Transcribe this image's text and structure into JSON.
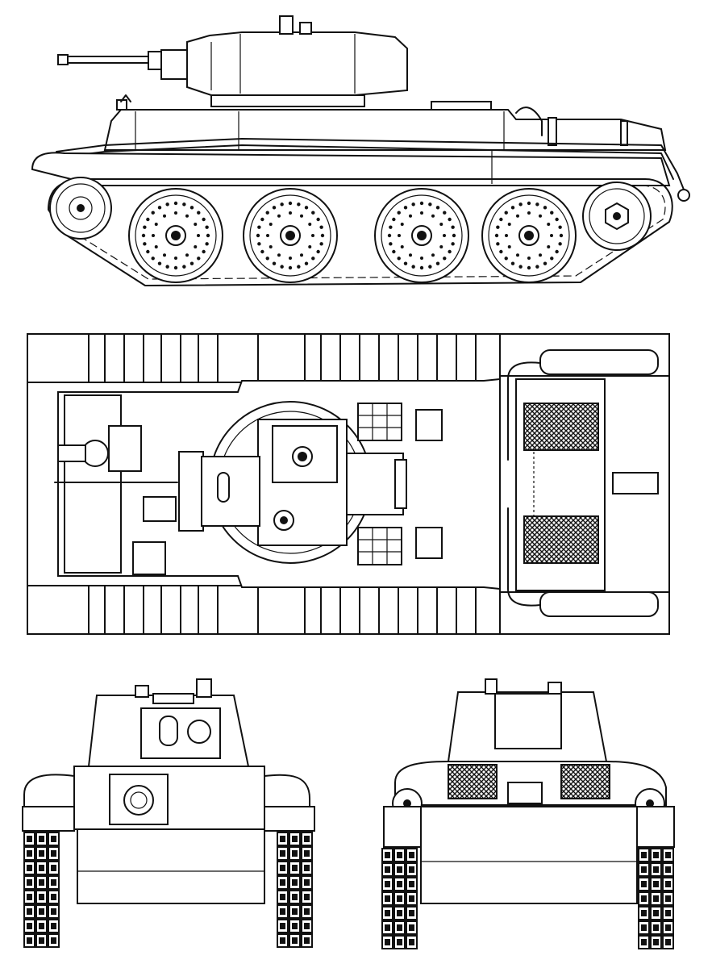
{
  "drawing": {
    "colors": {
      "ink": "#111111",
      "paper": "#ffffff"
    },
    "views": [
      {
        "id": "side",
        "road_wheels": 4
      },
      {
        "id": "top"
      },
      {
        "id": "front"
      },
      {
        "id": "rear"
      }
    ]
  }
}
